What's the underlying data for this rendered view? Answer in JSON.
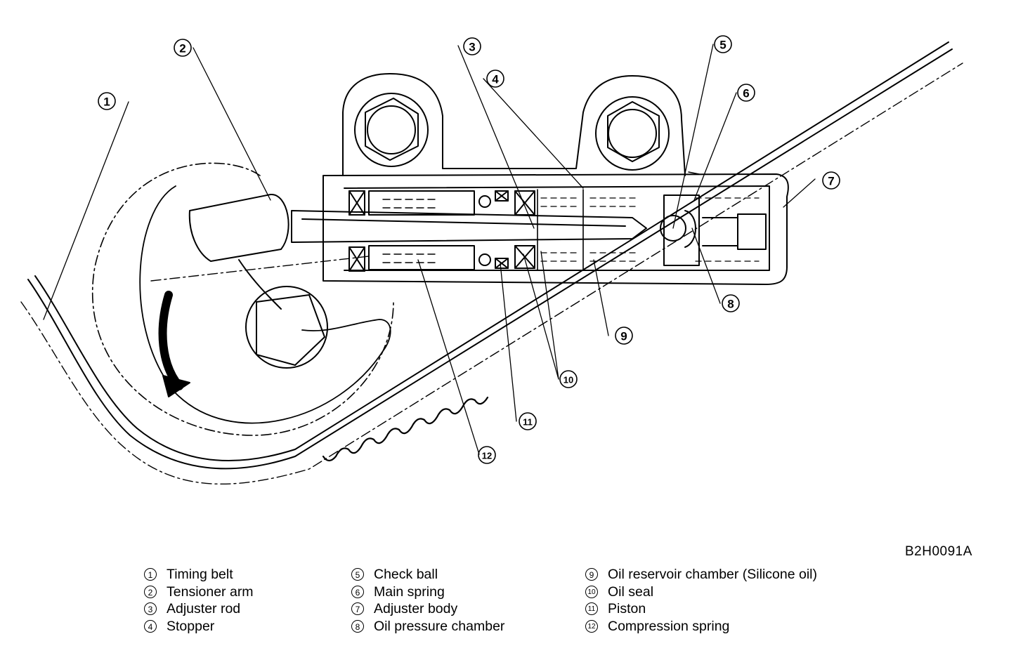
{
  "figure_code": "B2H0091A",
  "callouts": [
    {
      "num": "1",
      "label": "Timing belt"
    },
    {
      "num": "2",
      "label": "Tensioner arm"
    },
    {
      "num": "3",
      "label": "Adjuster rod"
    },
    {
      "num": "4",
      "label": "Stopper"
    },
    {
      "num": "5",
      "label": "Check ball"
    },
    {
      "num": "6",
      "label": "Main spring"
    },
    {
      "num": "7",
      "label": "Adjuster body"
    },
    {
      "num": "8",
      "label": "Oil pressure chamber"
    },
    {
      "num": "9",
      "label": "Oil reservoir chamber (Silicone oil)"
    },
    {
      "num": "10",
      "label": "Oil seal"
    },
    {
      "num": "11",
      "label": "Piston"
    },
    {
      "num": "12",
      "label": "Compression spring"
    }
  ]
}
